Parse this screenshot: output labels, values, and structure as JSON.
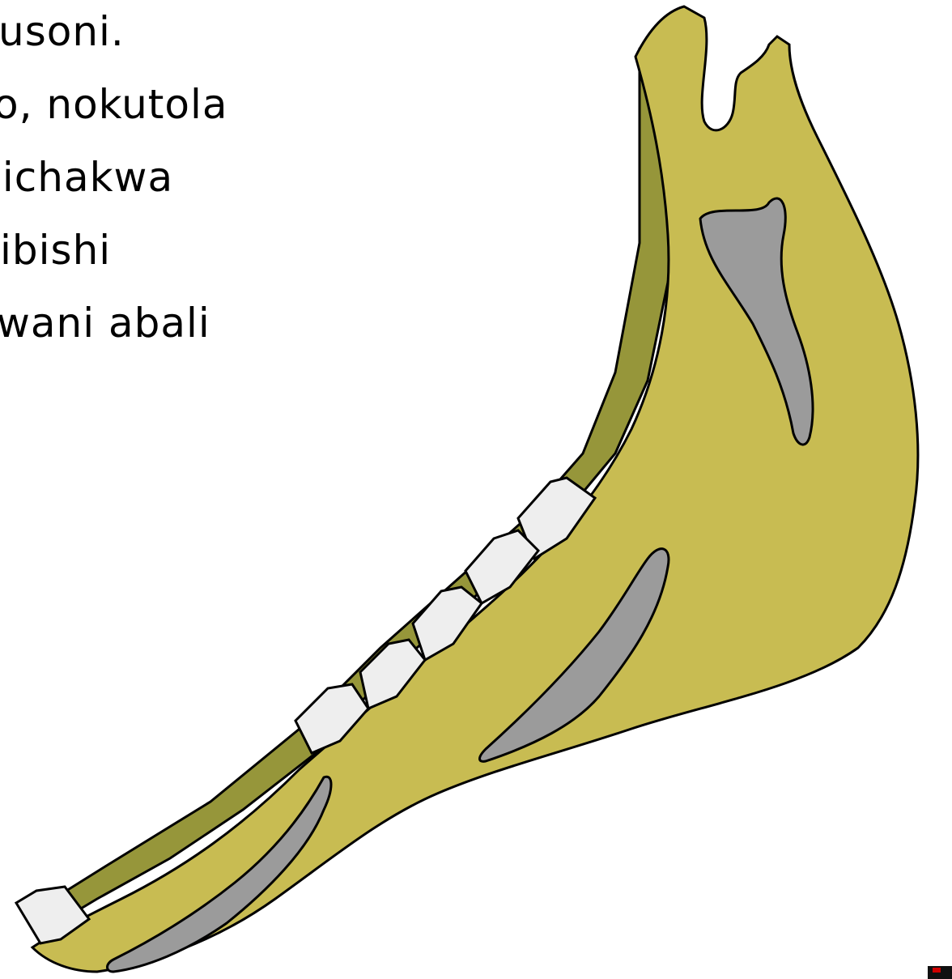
{
  "text_lines": [
    "usoni.",
    "o, nokutola",
    " ichakwa",
    "ibishi",
    "wani abali"
  ],
  "illustration": {
    "subject": "mandible",
    "colors": {
      "bone": "#c8bc52",
      "bone_shadow": "#96963a",
      "cavity": "#9b9b9b",
      "teeth": "#eeeeee",
      "outline": "#000000"
    }
  }
}
